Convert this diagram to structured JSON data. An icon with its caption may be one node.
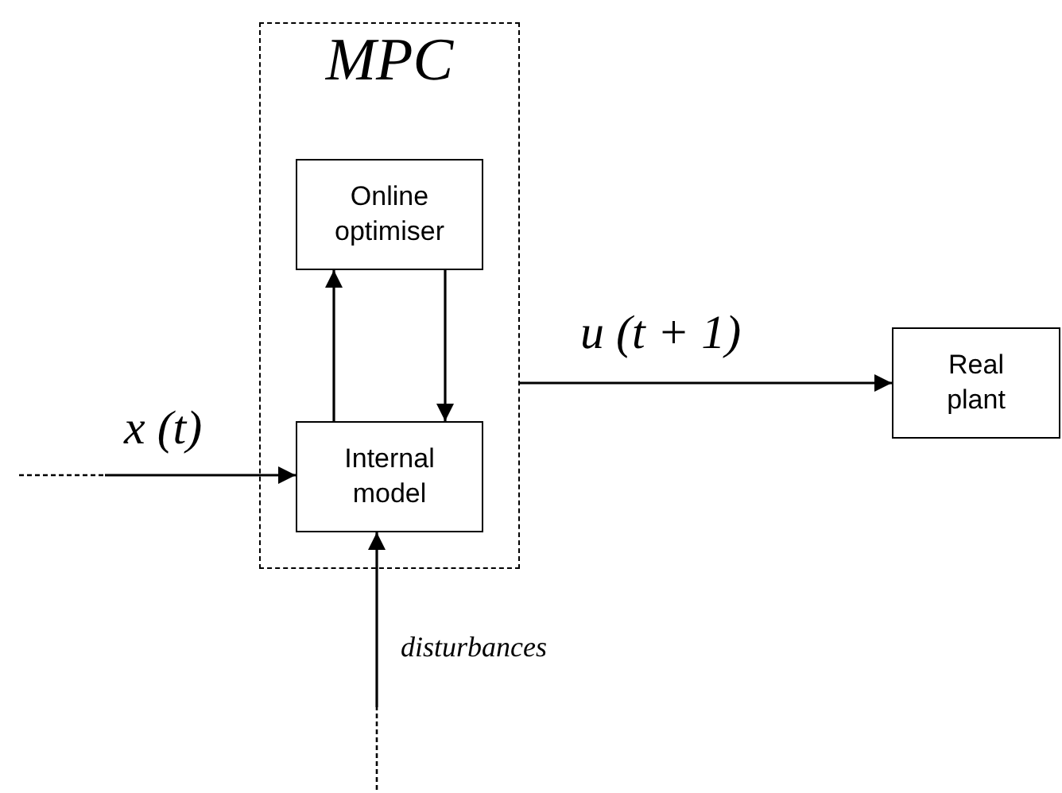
{
  "diagram": {
    "nodes": [
      {
        "text": [
          "MPC"
        ]
      },
      {
        "text": [
          "Online optimiser"
        ],
        "in": 0
      },
      {
        "text": [
          "Internal model"
        ],
        "in": 0
      },
      {
        "text": [
          "Real plant"
        ]
      }
    ],
    "edges": [
      {
        "from": null,
        "to": 2,
        "arrow": "to",
        "label": "x (t)"
      },
      {
        "from": 2,
        "to": 1,
        "arrow": "to"
      },
      {
        "from": 1,
        "to": 2,
        "arrow": "to"
      },
      {
        "from": 0,
        "to": 3,
        "arrow": "to",
        "label": "u (t + 1)"
      },
      {
        "from": null,
        "to": 2,
        "arrow": "to",
        "label": "disturbances"
      }
    ]
  }
}
